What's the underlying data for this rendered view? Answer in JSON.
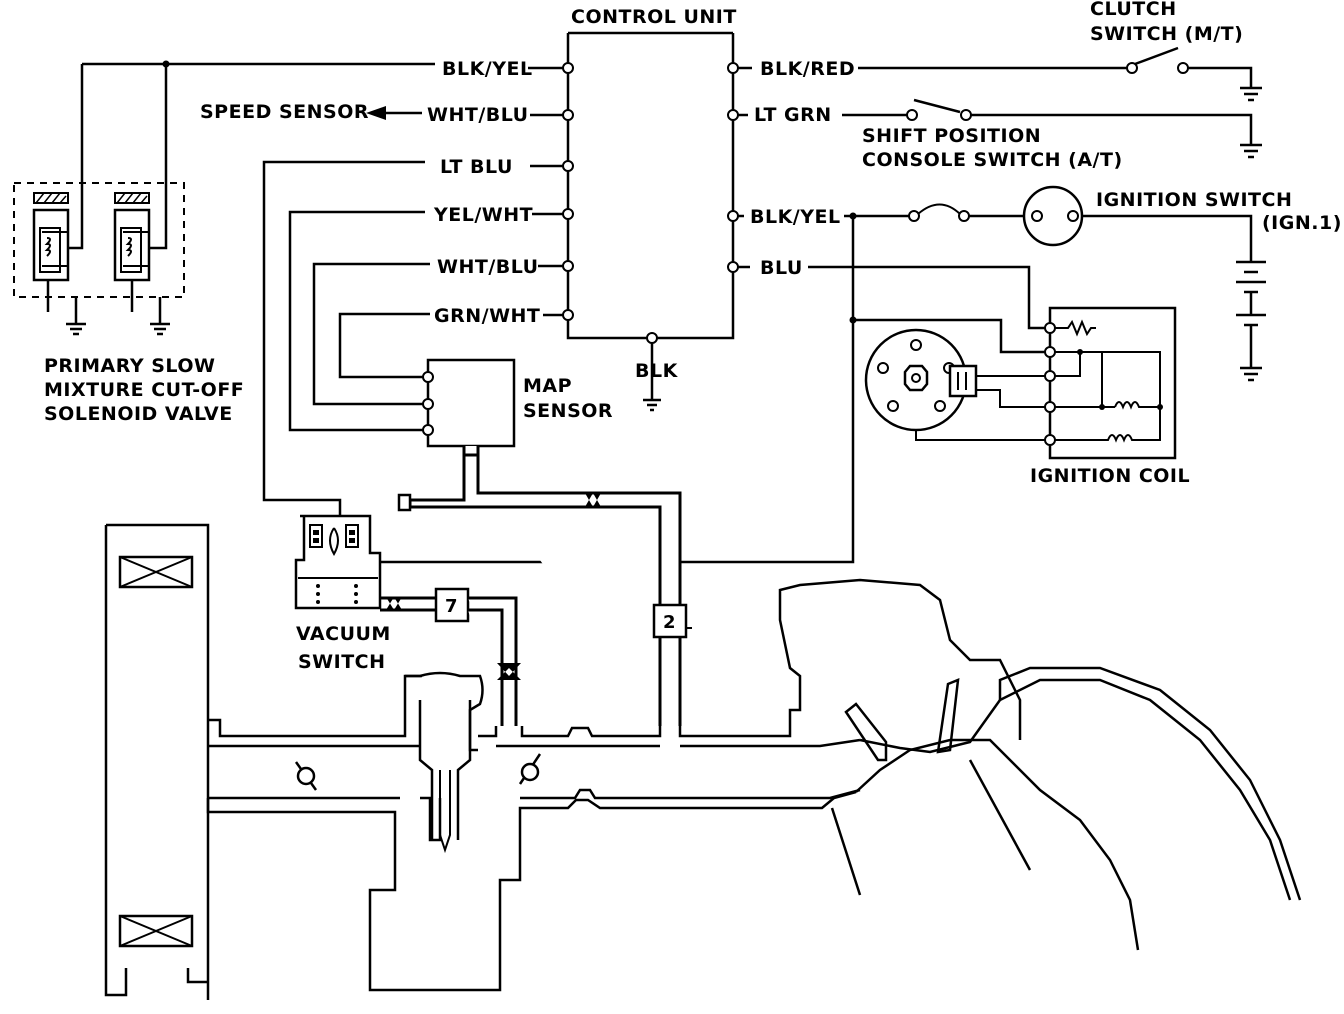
{
  "labels": {
    "control_unit": "CONTROL UNIT",
    "clutch_switch_1": "CLUTCH",
    "clutch_switch_2": "SWITCH (M/T)",
    "speed_sensor": "SPEED SENSOR",
    "shift_switch_1": "SHIFT POSITION",
    "shift_switch_2": "CONSOLE SWITCH (A/T)",
    "ignition_switch_1": "IGNITION SWITCH",
    "ignition_switch_2": "(IGN.1)",
    "solenoid_1": "PRIMARY SLOW",
    "solenoid_2": "MIXTURE CUT-OFF",
    "solenoid_3": "SOLENOID VALVE",
    "map_sensor_1": "MAP",
    "map_sensor_2": "SENSOR",
    "blk": "BLK",
    "ignition_coil": "IGNITION COIL",
    "vacuum_switch_1": "VACUUM",
    "vacuum_switch_2": "SWITCH",
    "hose_7": "7",
    "hose_2": "2"
  },
  "left_pins": [
    "BLK/YEL",
    "WHT/BLU",
    "LT BLU",
    "YEL/WHT",
    "WHT/BLU",
    "GRN/WHT"
  ],
  "right_pins": [
    "BLK/RED",
    "LT GRN",
    "BLK/YEL",
    "BLU"
  ]
}
